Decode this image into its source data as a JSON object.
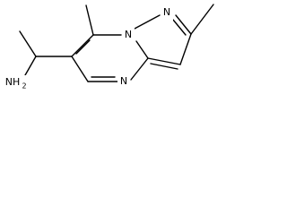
{
  "molecule": {
    "atoms": {
      "amine": "NH",
      "amine_subscript": "2",
      "ring_n_bridge": "N",
      "ring_n_pyrazole": "N",
      "ring_n_pyrimidine": "N"
    }
  }
}
